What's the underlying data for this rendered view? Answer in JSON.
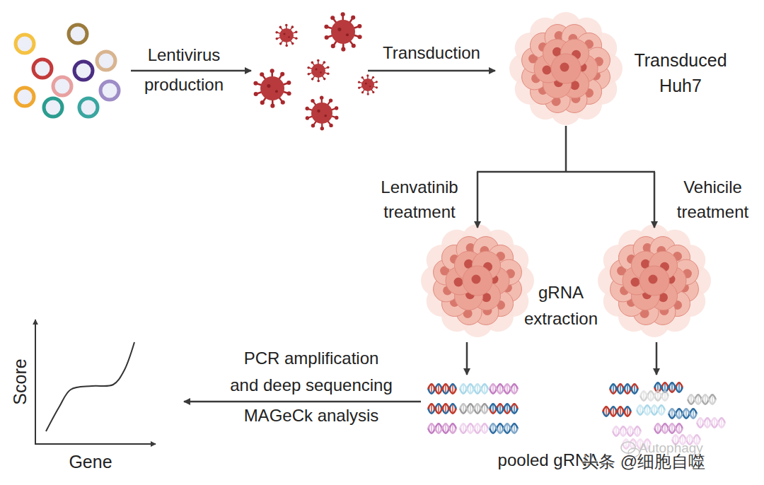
{
  "diagram": {
    "nodes": [
      {
        "text": [
          "Transduced Huh7"
        ]
      },
      {
        "text": [
          "pooled gRNA"
        ]
      },
      {
        "text": [
          "Score",
          "Gene"
        ]
      }
    ],
    "edges": [
      {
        "from": 1,
        "to": 2,
        "arrow": "to",
        "label": "PCR amplification and deep sequencing"
      }
    ],
    "labels": [
      "Lentivirus production",
      "Transduction",
      "Lenvatinib treatment",
      "Vehicile treatment",
      "gRNA extraction",
      "MAGeCk analysis",
      "Autophagy",
      "头条 @细胞自噬"
    ]
  }
}
